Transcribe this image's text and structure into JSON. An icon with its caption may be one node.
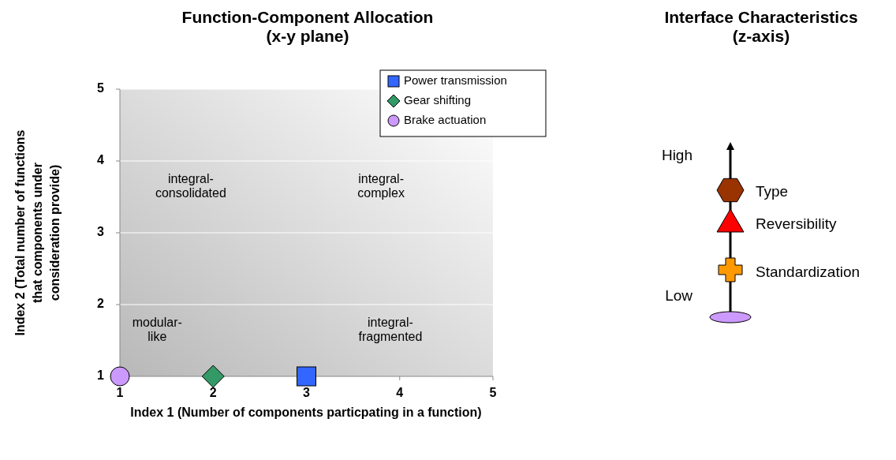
{
  "diagram": {
    "labels": [
      "Interface Characteristics (z-axis)",
      "High",
      "Type",
      "Reversibility",
      "Standardization",
      "Low"
    ],
    "chart_data": {
      "type": "scatter",
      "title": "Function-Component Allocation (x-y plane)",
      "xlabel": "Index 1 (Number of components particpating in a function)",
      "ylabel": "Index 2 (Total number of functions that components under consideration provide)",
      "x": [
        1,
        2,
        3
      ],
      "series": [
        {
          "name": "Power transmission",
          "color": "#3366ff",
          "values": [
            null,
            null,
            1
          ]
        },
        {
          "name": "Gear shifting",
          "color": "#339966",
          "values": [
            null,
            1,
            null
          ]
        },
        {
          "name": "Brake actuation",
          "color": "#cc99ff",
          "values": [
            1,
            null,
            null
          ]
        }
      ],
      "xlim": [
        1,
        5
      ],
      "ylim": [
        1,
        5
      ],
      "xticks": [
        1,
        2,
        3,
        4,
        5
      ],
      "yticks": [
        1,
        2,
        3,
        4,
        5
      ],
      "grid": true,
      "legend": true,
      "annotations": [
        "integral-consolidated",
        "integral-complex",
        "modular-like",
        "integral-fragmented"
      ]
    }
  }
}
